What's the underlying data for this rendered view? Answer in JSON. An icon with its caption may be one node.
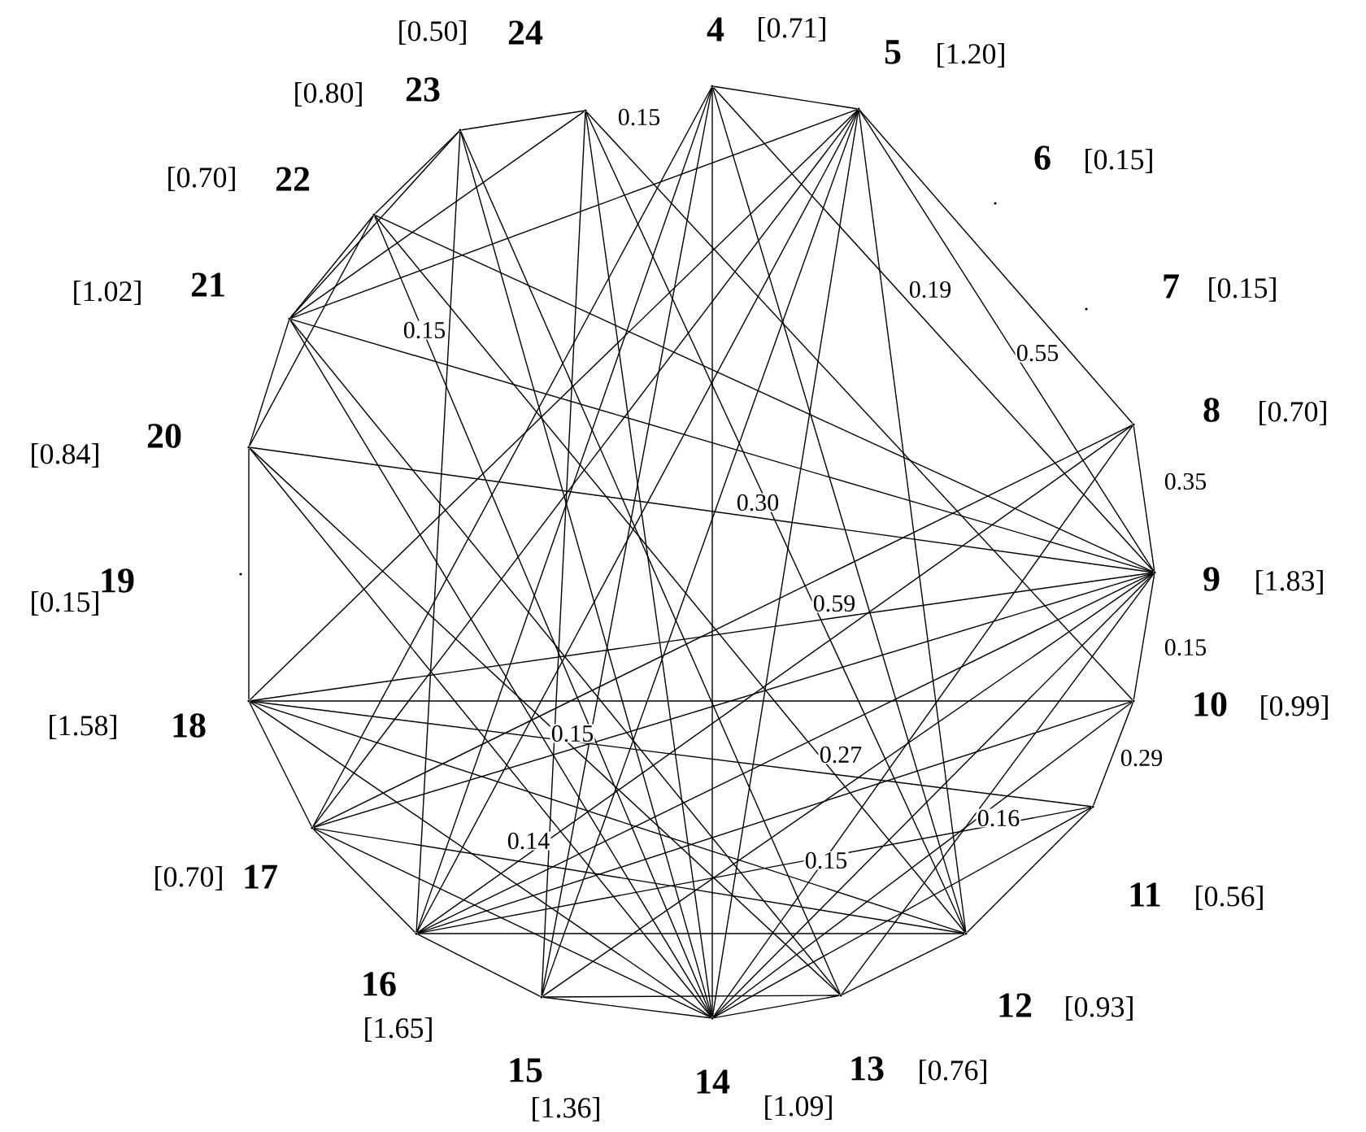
{
  "diagram": {
    "nodes": [
      {
        "text": [],
        "shape": "point",
        "beside": [
          "4",
          "[0.71]"
        ]
      },
      {
        "text": [],
        "shape": "point",
        "beside": [
          "5",
          "[1.20]"
        ]
      },
      {
        "text": [],
        "shape": "point",
        "beside": [
          "6",
          "[0.15]"
        ]
      },
      {
        "text": [],
        "shape": "point",
        "beside": [
          "7",
          "[0.15]"
        ]
      },
      {
        "text": [],
        "shape": "point",
        "beside": [
          "8",
          "[0.70]"
        ]
      },
      {
        "text": [],
        "shape": "point",
        "beside": [
          "9",
          "[1.83]"
        ]
      },
      {
        "text": [],
        "shape": "point",
        "beside": [
          "10",
          "[0.99]"
        ]
      },
      {
        "text": [],
        "shape": "point",
        "beside": [
          "11",
          "[0.56]"
        ]
      },
      {
        "text": [],
        "shape": "point",
        "beside": [
          "12",
          "[0.93]"
        ]
      },
      {
        "text": [],
        "shape": "point",
        "beside": [
          "13",
          "[0.76]"
        ]
      },
      {
        "text": [],
        "shape": "point",
        "beside": [
          "14",
          "[1.09]"
        ]
      },
      {
        "text": [],
        "shape": "point",
        "beside": [
          "15",
          "[1.36]"
        ]
      },
      {
        "text": [],
        "shape": "point",
        "beside": [
          "16",
          "[1.65]"
        ]
      },
      {
        "text": [],
        "shape": "point",
        "beside": [
          "17",
          "[0.70]"
        ]
      },
      {
        "text": [],
        "shape": "point",
        "beside": [
          "18",
          "[1.58]"
        ]
      },
      {
        "text": [],
        "shape": "point",
        "beside": [
          "19",
          "[0.15]"
        ]
      },
      {
        "text": [],
        "shape": "point",
        "beside": [
          "20",
          "[0.84]"
        ]
      },
      {
        "text": [],
        "shape": "point",
        "beside": [
          "21",
          "[1.02]"
        ]
      },
      {
        "text": [],
        "shape": "point",
        "beside": [
          "22",
          "[0.70]"
        ]
      },
      {
        "text": [],
        "shape": "point",
        "beside": [
          "23",
          "[0.80]"
        ]
      },
      {
        "text": [],
        "shape": "point",
        "beside": [
          "24",
          "[0.50]"
        ]
      }
    ],
    "edges": [
      {
        "from": 4,
        "to": 5,
        "arrow": "none",
        "label": "0.35"
      },
      {
        "from": 5,
        "to": 6,
        "arrow": "none",
        "label": "0.15"
      },
      {
        "from": 6,
        "to": 7,
        "arrow": "none",
        "label": "0.29"
      },
      {
        "from": 16,
        "to": 5,
        "arrow": "none",
        "label": "0.30"
      },
      {
        "from": 14,
        "to": 5,
        "arrow": "none",
        "label": "0.59"
      },
      {
        "from": 13,
        "to": 5,
        "arrow": "none",
        "label": "0.15"
      },
      {
        "from": 13,
        "to": 8,
        "arrow": "none",
        "label": "0.14"
      },
      {
        "from": 18,
        "to": 8,
        "arrow": "none",
        "label": "0.27"
      },
      {
        "from": 1,
        "to": 8,
        "arrow": "none",
        "label": "0.16"
      },
      {
        "from": 14,
        "to": 8,
        "arrow": "none",
        "label": "0.15"
      },
      {
        "from": 19,
        "to": 12,
        "arrow": "none",
        "label": "0.15"
      },
      {
        "from": 20,
        "to": 6,
        "arrow": "none",
        "label": "0.15"
      },
      {
        "from": 0,
        "to": 5,
        "arrow": "none",
        "label": "0.19"
      },
      {
        "from": 1,
        "to": 5,
        "arrow": "none",
        "label": "0.55"
      },
      {
        "from": 0,
        "to": 1,
        "arrow": "none"
      },
      {
        "from": 1,
        "to": 4,
        "arrow": "none"
      },
      {
        "from": 7,
        "to": 8,
        "arrow": "none"
      },
      {
        "from": 8,
        "to": 9,
        "arrow": "none"
      },
      {
        "from": 9,
        "to": 10,
        "arrow": "none"
      },
      {
        "from": 10,
        "to": 11,
        "arrow": "none"
      },
      {
        "from": 11,
        "to": 12,
        "arrow": "none"
      },
      {
        "from": 12,
        "to": 13,
        "arrow": "none"
      },
      {
        "from": 13,
        "to": 14,
        "arrow": "none"
      },
      {
        "from": 14,
        "to": 16,
        "arrow": "none"
      },
      {
        "from": 16,
        "to": 17,
        "arrow": "none"
      },
      {
        "from": 17,
        "to": 18,
        "arrow": "none"
      },
      {
        "from": 18,
        "to": 19,
        "arrow": "none"
      },
      {
        "from": 19,
        "to": 20,
        "arrow": "none"
      },
      {
        "from": 0,
        "to": 10,
        "arrow": "none"
      },
      {
        "from": 14,
        "to": 6,
        "arrow": "none"
      },
      {
        "from": 12,
        "to": 8,
        "arrow": "none"
      },
      {
        "from": 11,
        "to": 9,
        "arrow": "none"
      },
      {
        "from": 0,
        "to": 13,
        "arrow": "none"
      },
      {
        "from": 0,
        "to": 8,
        "arrow": "none"
      },
      {
        "from": 0,
        "to": 11,
        "arrow": "none"
      },
      {
        "from": 0,
        "to": 12,
        "arrow": "none"
      },
      {
        "from": 1,
        "to": 17,
        "arrow": "none"
      },
      {
        "from": 1,
        "to": 14,
        "arrow": "none"
      },
      {
        "from": 1,
        "to": 13,
        "arrow": "none"
      },
      {
        "from": 1,
        "to": 12,
        "arrow": "none"
      },
      {
        "from": 1,
        "to": 11,
        "arrow": "none"
      },
      {
        "from": 1,
        "to": 10,
        "arrow": "none"
      },
      {
        "from": 17,
        "to": 5,
        "arrow": "none"
      },
      {
        "from": 18,
        "to": 5,
        "arrow": "none"
      },
      {
        "from": 12,
        "to": 5,
        "arrow": "none"
      },
      {
        "from": 11,
        "to": 5,
        "arrow": "none"
      },
      {
        "from": 10,
        "to": 5,
        "arrow": "none"
      },
      {
        "from": 9,
        "to": 5,
        "arrow": "none"
      },
      {
        "from": 12,
        "to": 6,
        "arrow": "none"
      },
      {
        "from": 17,
        "to": 19,
        "arrow": "none"
      },
      {
        "from": 16,
        "to": 18,
        "arrow": "none"
      },
      {
        "from": 20,
        "to": 10,
        "arrow": "none"
      },
      {
        "from": 20,
        "to": 11,
        "arrow": "none"
      },
      {
        "from": 19,
        "to": 10,
        "arrow": "none"
      },
      {
        "from": 18,
        "to": 10,
        "arrow": "none"
      },
      {
        "from": 17,
        "to": 10,
        "arrow": "none"
      },
      {
        "from": 17,
        "to": 9,
        "arrow": "none"
      },
      {
        "from": 16,
        "to": 9,
        "arrow": "none"
      },
      {
        "from": 16,
        "to": 10,
        "arrow": "none"
      },
      {
        "from": 14,
        "to": 10,
        "arrow": "none"
      },
      {
        "from": 13,
        "to": 10,
        "arrow": "none"
      },
      {
        "from": 12,
        "to": 7,
        "arrow": "none"
      },
      {
        "from": 12,
        "to": 4,
        "arrow": "none"
      },
      {
        "from": 13,
        "to": 4,
        "arrow": "none"
      },
      {
        "from": 10,
        "to": 4,
        "arrow": "none"
      },
      {
        "from": 10,
        "to": 6,
        "arrow": "none"
      },
      {
        "from": 10,
        "to": 7,
        "arrow": "none"
      },
      {
        "from": 20,
        "to": 8,
        "arrow": "none"
      },
      {
        "from": 19,
        "to": 9,
        "arrow": "none"
      },
      {
        "from": 17,
        "to": 20,
        "arrow": "none"
      },
      {
        "from": 14,
        "to": 7,
        "arrow": "none"
      }
    ]
  }
}
